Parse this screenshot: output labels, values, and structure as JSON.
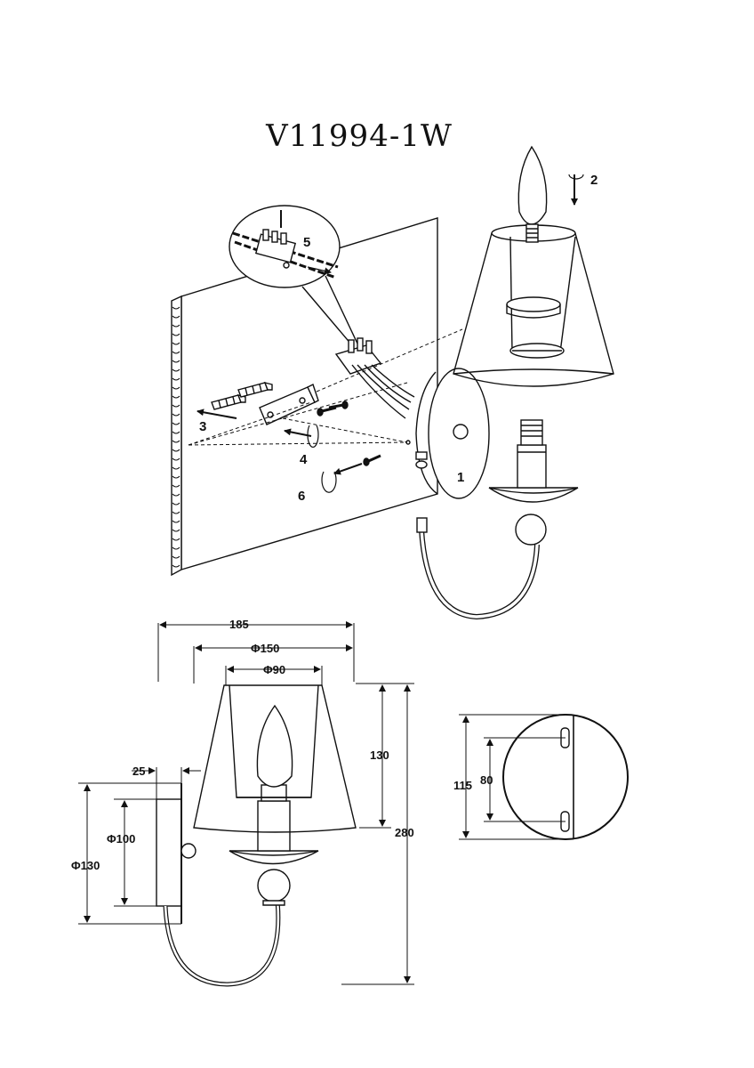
{
  "title": "V11994-1W",
  "assembly": {
    "step_labels": [
      "1",
      "2",
      "3",
      "4",
      "5",
      "6"
    ]
  },
  "dimensions": {
    "width_total": "185",
    "shade_bottom_diameter": "Φ150",
    "shade_top_diameter": "Φ90",
    "wall_offset": "25",
    "shade_height": "130",
    "total_height": "280",
    "base_inner_diameter": "Φ100",
    "base_outer_diameter": "Φ130",
    "plate_height": "115",
    "hole_spacing": "80"
  }
}
